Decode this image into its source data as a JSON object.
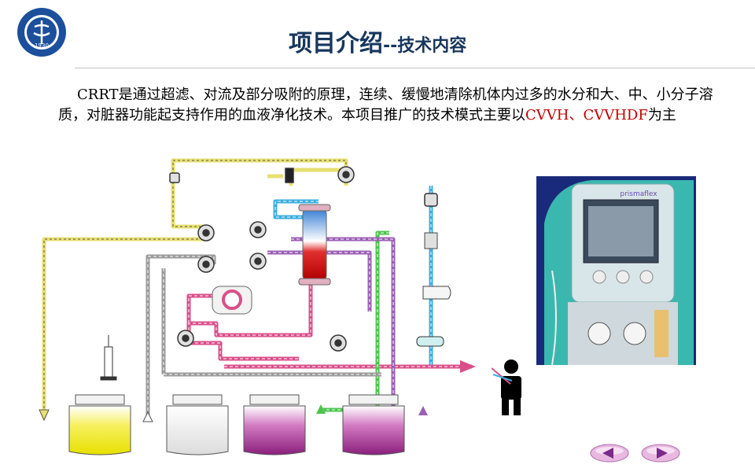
{
  "header": {
    "title_main": "项目介绍",
    "title_sub": "--技术内容",
    "logo_text": "1930"
  },
  "content": {
    "paragraph": "CRRT是通过超滤、对流及部分吸附的原理，连续、缓慢地清除机体内过多的水分和大、中、小分子溶质，对脏器功能起支持作用的血液净化技术。本项目推广的技术模式主要以",
    "highlight": "CVVH、CVVHDF",
    "suffix": "为主"
  },
  "photo": {
    "brand": "prismaflex"
  },
  "colors": {
    "title": "#17365d",
    "accent": "#c00000",
    "line_yellow": "#e8e070",
    "line_blue": "#3aaee0",
    "line_pink": "#d94f8a",
    "line_green": "#4cc44c",
    "line_purple": "#9b5fb5",
    "line_gray": "#9a9a9a",
    "nav": "#d070c8"
  },
  "icons": {
    "prev": "triangle-left-icon",
    "next": "triangle-right-icon"
  }
}
